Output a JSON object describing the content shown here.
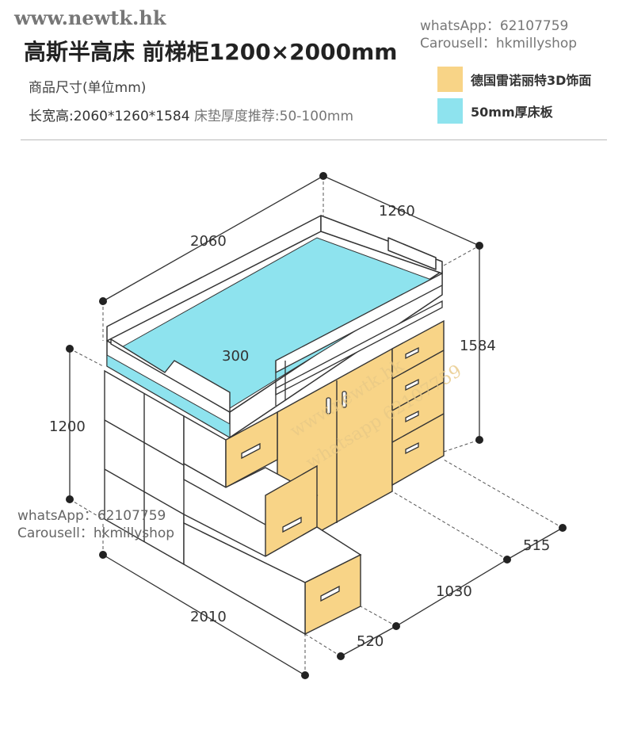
{
  "watermark": {
    "site": "www.newtk.hk",
    "whatsapp": "whatsApp：62107759",
    "carousell": "Carousell：hkmillyshop",
    "whatsapp_left": "whatsApp：62107759",
    "carousell_left": "Carousell：hkmillyshop",
    "diagonal_1": "www.newtk.hk",
    "diagonal_2": "whatsapp 62107759"
  },
  "header": {
    "title": "高斯半高床 前梯柜1200×2000mm",
    "size_label": "商品尺寸(单位mm)",
    "dims_main": "长宽高:2060*1260*1584",
    "dims_mattress": "床垫厚度推荐:50-100mm"
  },
  "legend": [
    {
      "label": "德国雷诺丽特3D饰面",
      "color": "#f8d487"
    },
    {
      "label": "50mm厚床板",
      "color": "#8ee3ee"
    }
  ],
  "dimensions": {
    "length": "2060",
    "width": "1260",
    "height": "1584",
    "bed_height": "1200",
    "rail": "300",
    "stair_length": "2010",
    "step_depth": "520",
    "cabinet_length": "1030",
    "cabinet_depth": "515"
  }
}
